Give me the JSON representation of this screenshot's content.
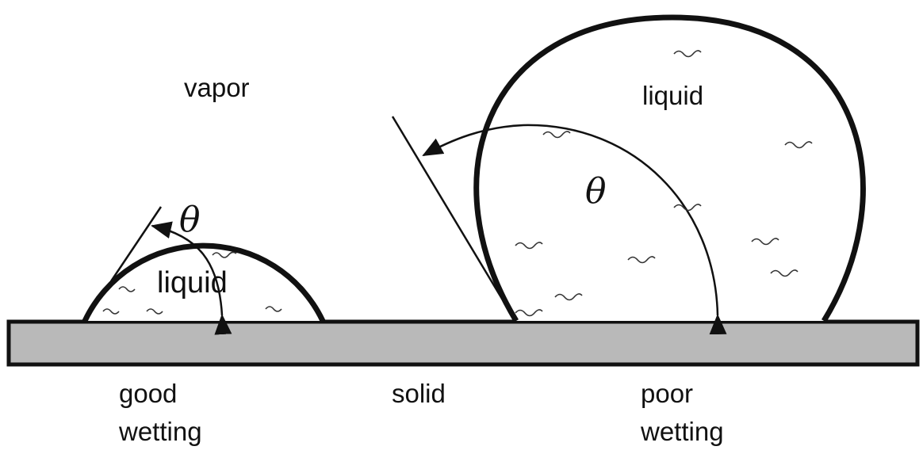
{
  "labels": {
    "vapor": "vapor",
    "liquid_left": "liquid",
    "liquid_right": "liquid",
    "theta_left": "θ",
    "theta_right": "θ",
    "solid": "solid",
    "good_wetting_line1": "good",
    "good_wetting_line2": "wetting",
    "poor_wetting_line1": "poor",
    "poor_wetting_line2": "wetting"
  },
  "colors": {
    "solid_fill": "#b9b9b9",
    "stroke": "#111111"
  }
}
